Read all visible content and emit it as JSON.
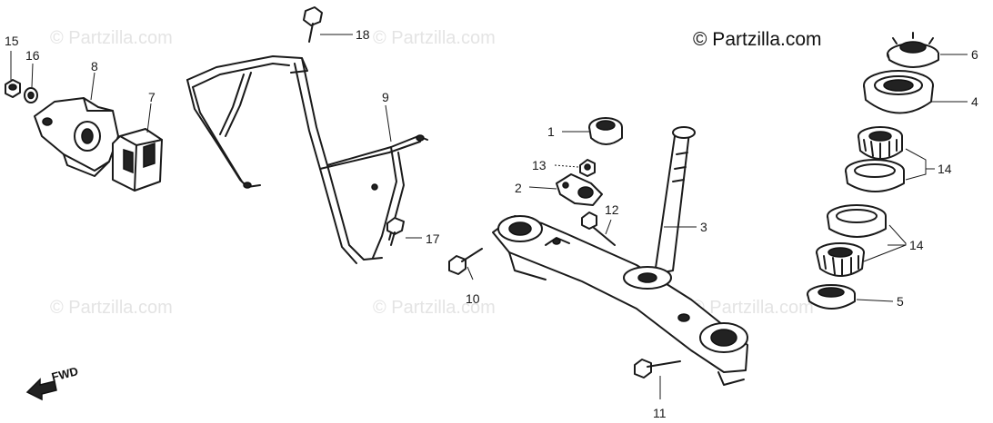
{
  "copyright": "© Partzilla.com",
  "watermark": "© Partzilla.com",
  "direction_label": "FWD",
  "callouts": {
    "c1": "1",
    "c2": "2",
    "c3": "3",
    "c4": "4",
    "c5": "5",
    "c6": "6",
    "c7": "7",
    "c8": "8",
    "c9": "9",
    "c10": "10",
    "c11": "11",
    "c12": "12",
    "c13": "13",
    "c14a": "14",
    "c14b": "14",
    "c15": "15",
    "c16": "16",
    "c17": "17",
    "c18": "18"
  }
}
